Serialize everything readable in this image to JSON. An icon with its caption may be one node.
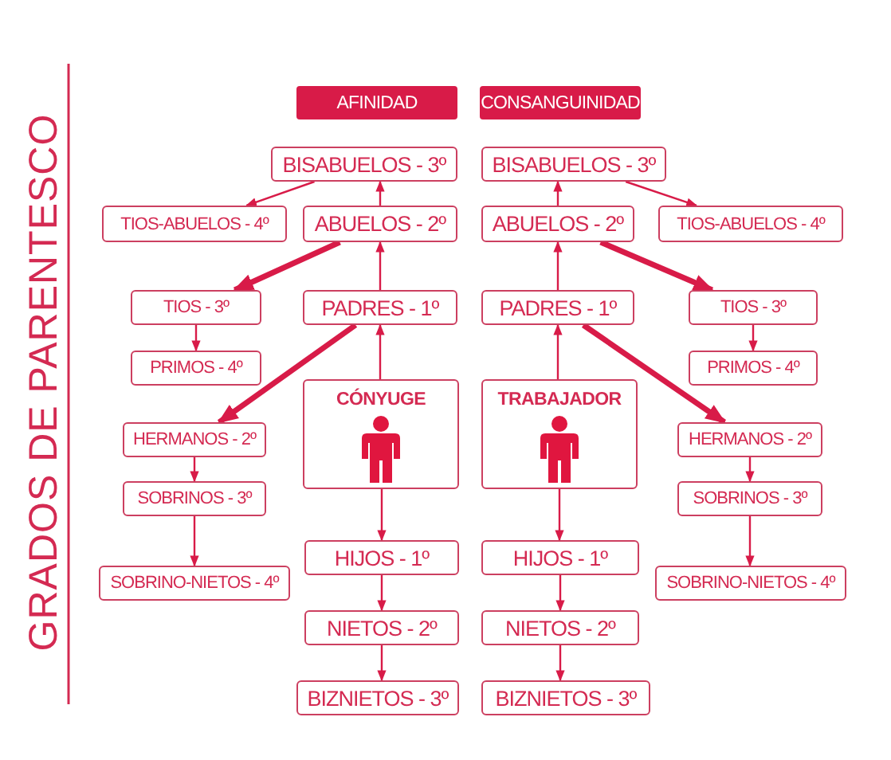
{
  "diagram": {
    "title": "GRADOS DE PARENTESCO",
    "nodes": [
      {
        "text": [
          "AFINIDAD"
        ]
      },
      {
        "text": [
          "CONSANGUINIDAD"
        ]
      },
      {
        "text": [
          "BISABUELOS - 3º"
        ]
      },
      {
        "text": [
          "BISABUELOS - 3º"
        ]
      },
      {
        "text": [
          "TIOS-ABUELOS - 4º"
        ]
      },
      {
        "text": [
          "ABUELOS - 2º"
        ]
      },
      {
        "text": [
          "ABUELOS - 2º"
        ]
      },
      {
        "text": [
          "TIOS-ABUELOS - 4º"
        ]
      },
      {
        "text": [
          "TIOS - 3º"
        ]
      },
      {
        "text": [
          "PADRES - 1º"
        ]
      },
      {
        "text": [
          "PADRES - 1º"
        ]
      },
      {
        "text": [
          "TIOS - 3º"
        ]
      },
      {
        "text": [
          "PRIMOS - 4º"
        ]
      },
      {
        "text": [
          "PRIMOS - 4º"
        ]
      },
      {
        "text": [
          "CÓNYUGE"
        ]
      },
      {
        "text": [
          "TRABAJADOR"
        ]
      },
      {
        "text": [
          "HERMANOS - 2º"
        ]
      },
      {
        "text": [
          "HERMANOS - 2º"
        ]
      },
      {
        "text": [
          "SOBRINOS - 3º"
        ]
      },
      {
        "text": [
          "SOBRINOS - 3º"
        ]
      },
      {
        "text": [
          "HIJOS - 1º"
        ]
      },
      {
        "text": [
          "HIJOS - 1º"
        ]
      },
      {
        "text": [
          "SOBRINO-NIETOS - 4º"
        ]
      },
      {
        "text": [
          "SOBRINO-NIETOS - 4º"
        ]
      },
      {
        "text": [
          "NIETOS - 2º"
        ]
      },
      {
        "text": [
          "NIETOS - 2º"
        ]
      },
      {
        "text": [
          "BIZNIETOS - 3º"
        ]
      },
      {
        "text": [
          "BIZNIETOS - 3º"
        ]
      }
    ],
    "edges": [
      {
        "from": 2,
        "to": 4,
        "arrow": "to"
      },
      {
        "from": 5,
        "to": 2,
        "arrow": "to"
      },
      {
        "from": 5,
        "to": 8,
        "arrow": "to",
        "style": "thick"
      },
      {
        "from": 9,
        "to": 5,
        "arrow": "to"
      },
      {
        "from": 14,
        "to": 9,
        "arrow": "to"
      },
      {
        "from": 9,
        "to": 16,
        "arrow": "to",
        "style": "thick"
      },
      {
        "from": 14,
        "to": 20,
        "arrow": "to"
      },
      {
        "from": 20,
        "to": 24,
        "arrow": "to"
      },
      {
        "from": 24,
        "to": 26,
        "arrow": "to"
      },
      {
        "from": 8,
        "to": 12,
        "arrow": "to"
      },
      {
        "from": 16,
        "to": 18,
        "arrow": "to"
      },
      {
        "from": 18,
        "to": 22,
        "arrow": "to"
      },
      {
        "from": 3,
        "to": 7,
        "arrow": "to"
      },
      {
        "from": 6,
        "to": 3,
        "arrow": "to"
      },
      {
        "from": 6,
        "to": 11,
        "arrow": "to",
        "style": "thick"
      },
      {
        "from": 10,
        "to": 6,
        "arrow": "to"
      },
      {
        "from": 15,
        "to": 10,
        "arrow": "to"
      },
      {
        "from": 10,
        "to": 17,
        "arrow": "to",
        "style": "thick"
      },
      {
        "from": 15,
        "to": 21,
        "arrow": "to"
      },
      {
        "from": 21,
        "to": 25,
        "arrow": "to"
      },
      {
        "from": 25,
        "to": 27,
        "arrow": "to"
      },
      {
        "from": 11,
        "to": 13,
        "arrow": "to"
      },
      {
        "from": 17,
        "to": 19,
        "arrow": "to"
      },
      {
        "from": 19,
        "to": 23,
        "arrow": "to"
      }
    ]
  }
}
